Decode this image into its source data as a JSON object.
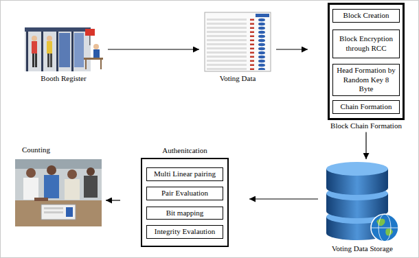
{
  "diagram": {
    "nodes": [
      {
        "text": [
          "Booth Register"
        ]
      },
      {
        "text": [
          "Voting Data"
        ]
      },
      {
        "text": [
          "Block Chain Formation"
        ]
      },
      {
        "text": [
          "Block Creation"
        ],
        "in": 2
      },
      {
        "text": [
          "Block Encryption through RCC"
        ],
        "in": 2
      },
      {
        "text": [
          "Head Formation by Random Key 8 Byte"
        ],
        "in": 2
      },
      {
        "text": [
          "Chain Formation"
        ],
        "in": 2
      },
      {
        "text": [
          "Counting"
        ]
      },
      {
        "text": [
          "Authenitcation"
        ]
      },
      {
        "text": [
          "Multi Linear pairing"
        ],
        "in": 8
      },
      {
        "text": [
          "Pair Evaluation"
        ],
        "in": 8
      },
      {
        "text": [
          "Bit mapping"
        ],
        "in": 8
      },
      {
        "text": [
          "Integrity Evalaution"
        ],
        "in": 8
      },
      {
        "text": [
          "Voting Data Storage"
        ]
      }
    ],
    "edges": [
      {
        "from": 0,
        "to": 1,
        "arrow": "to"
      },
      {
        "from": 1,
        "to": 2,
        "arrow": "to"
      },
      {
        "from": 2,
        "to": 13,
        "arrow": "to"
      },
      {
        "from": 13,
        "to": 8,
        "arrow": "to"
      },
      {
        "from": 8,
        "to": 7,
        "arrow": "to"
      }
    ]
  }
}
